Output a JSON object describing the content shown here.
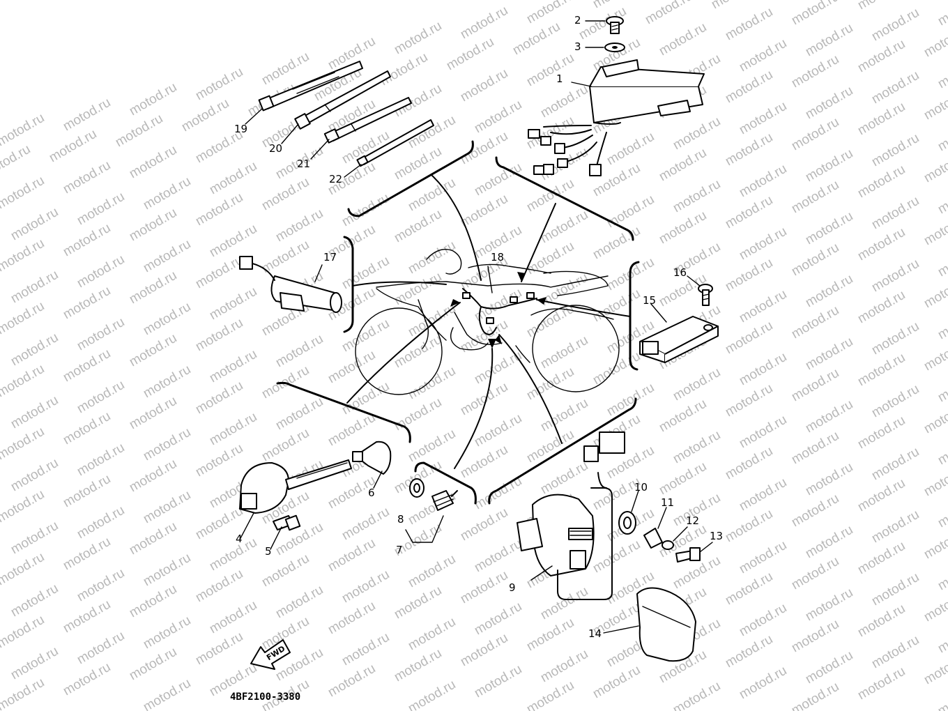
{
  "watermark": {
    "text": "motod.ru"
  },
  "diagram_code": "4BF2100-3380",
  "direction_label": "FWD",
  "callouts": [
    {
      "id": "1",
      "text": "1"
    },
    {
      "id": "2",
      "text": "2"
    },
    {
      "id": "3",
      "text": "3"
    },
    {
      "id": "4",
      "text": "4"
    },
    {
      "id": "5",
      "text": "5"
    },
    {
      "id": "6",
      "text": "6"
    },
    {
      "id": "7",
      "text": "7"
    },
    {
      "id": "8",
      "text": "8"
    },
    {
      "id": "9",
      "text": "9"
    },
    {
      "id": "10",
      "text": "10"
    },
    {
      "id": "11",
      "text": "11"
    },
    {
      "id": "12",
      "text": "12"
    },
    {
      "id": "13",
      "text": "13"
    },
    {
      "id": "14",
      "text": "14"
    },
    {
      "id": "15",
      "text": "15"
    },
    {
      "id": "16",
      "text": "16"
    },
    {
      "id": "17",
      "text": "17"
    },
    {
      "id": "18",
      "text": "18"
    },
    {
      "id": "19",
      "text": "19"
    },
    {
      "id": "20",
      "text": "20"
    },
    {
      "id": "21",
      "text": "21"
    },
    {
      "id": "22",
      "text": "22"
    }
  ]
}
